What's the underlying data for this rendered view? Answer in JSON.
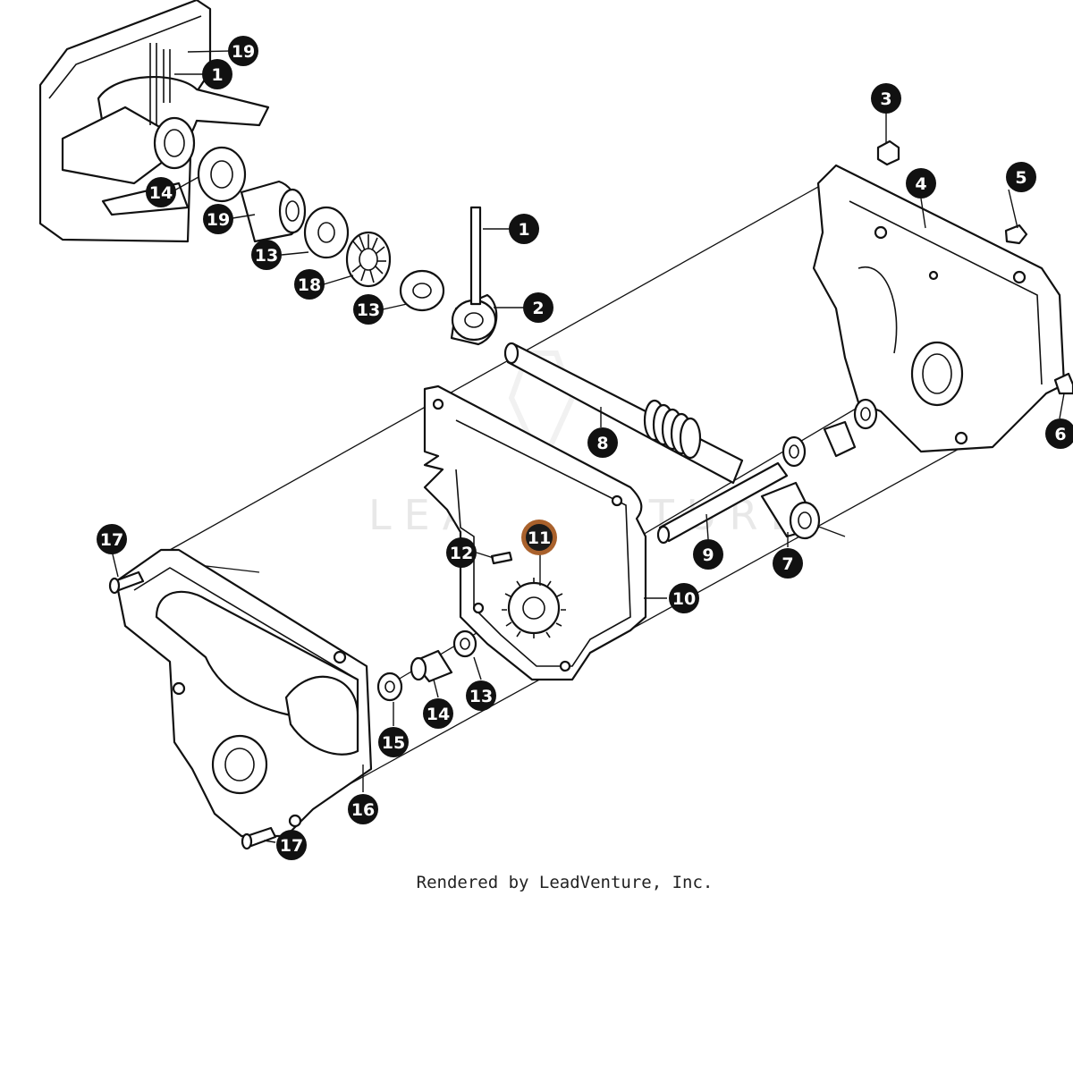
{
  "watermark": {
    "text": "LEADVENTURE"
  },
  "credit": "Rendered by LeadVenture, Inc.",
  "highlight": {
    "color": "#a9612c",
    "part": "11"
  },
  "callouts": [
    {
      "id": "19a",
      "label": "19"
    },
    {
      "id": "1a",
      "label": "1"
    },
    {
      "id": "14a",
      "label": "14"
    },
    {
      "id": "19b",
      "label": "19"
    },
    {
      "id": "13a",
      "label": "13"
    },
    {
      "id": "18",
      "label": "18"
    },
    {
      "id": "13b",
      "label": "13"
    },
    {
      "id": "1b",
      "label": "1"
    },
    {
      "id": "2",
      "label": "2"
    },
    {
      "id": "3",
      "label": "3"
    },
    {
      "id": "4",
      "label": "4"
    },
    {
      "id": "5",
      "label": "5"
    },
    {
      "id": "6",
      "label": "6"
    },
    {
      "id": "8",
      "label": "8"
    },
    {
      "id": "7",
      "label": "7"
    },
    {
      "id": "9",
      "label": "9"
    },
    {
      "id": "10",
      "label": "10"
    },
    {
      "id": "11",
      "label": "11"
    },
    {
      "id": "12",
      "label": "12"
    },
    {
      "id": "17a",
      "label": "17"
    },
    {
      "id": "13c",
      "label": "13"
    },
    {
      "id": "14b",
      "label": "14"
    },
    {
      "id": "15",
      "label": "15"
    },
    {
      "id": "16",
      "label": "16"
    },
    {
      "id": "17b",
      "label": "17"
    }
  ]
}
